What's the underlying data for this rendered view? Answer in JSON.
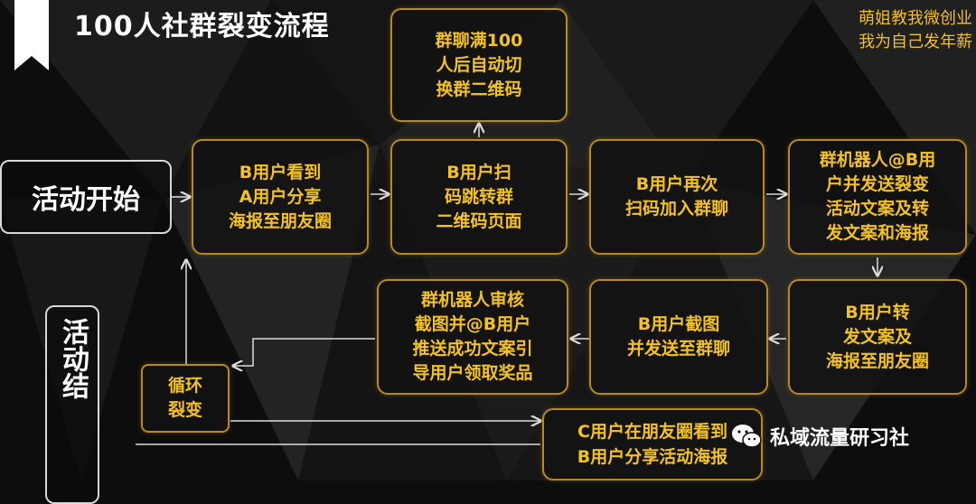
{
  "title": "100人社群裂变流程",
  "brand": {
    "line1": "萌姐教我微创业",
    "line2": "我为自己发年薪"
  },
  "start": "活动开始",
  "end": "活动结束",
  "end_visible": "活动结",
  "steps": {
    "s1": "B用户看到\nA用户分享\n海报至朋友圈",
    "s2": "B用户扫\n码跳转群\n二维码页面",
    "s3": "B用户再次\n扫码加入群聊",
    "s4": "群机器人@B用\n户并发送裂变\n活动文案及转\n发文案和海报",
    "s5": "B用户转\n发文案及\n海报至朋友圈",
    "s6": "B用户截图\n并发送至群聊",
    "s7": "群机器人审核\n截图并@B用户\n推送成功文案引\n导用户领取奖品",
    "top": "群聊满100\n人后自动切\n换群二维码",
    "loop": "循环\n裂变",
    "c_user": "C用户在朋友圈看到\nB用户分享活动海报"
  },
  "watermark": "私域流量研习社",
  "colors": {
    "accent": "#f4c21f",
    "border": "#b88a1e",
    "background": "#0d0d0d"
  }
}
